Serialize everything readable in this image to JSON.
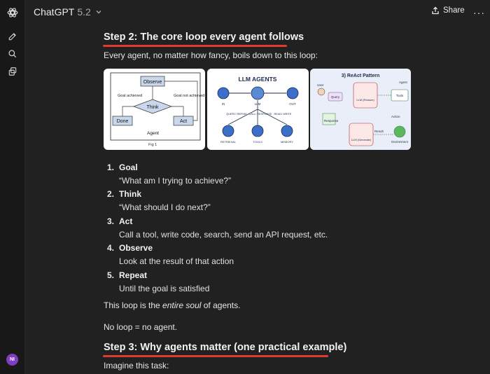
{
  "app": {
    "model_name": "ChatGPT",
    "model_version": "5.2",
    "share_label": "Share",
    "more_label": "···"
  },
  "sidebar": {
    "avatar_initials": "NI"
  },
  "content": {
    "step2_heading": "Step 2: The core loop every agent follows",
    "step2_intro": "Every agent, no matter how fancy, boils down to this loop:",
    "images": {
      "fig1": {
        "observe": "Observe",
        "think": "Think",
        "done": "Done",
        "act": "Act",
        "goal_achieved": "Goal achieved",
        "goal_not_achieved": "Goal not achieved",
        "agent": "Agent",
        "caption": "Fig 1"
      },
      "llm_agents": {
        "title": "LLM AGENTS",
        "in": "IN",
        "llm": "LLM",
        "out": "OUT",
        "query_refine": "QUERY/ REFINE",
        "call_response": "CALL/ RESPONSE",
        "read_write": "READ/ WRITE",
        "retrieval": "RETRIEVAL",
        "tools": "TOOLS",
        "memory": "MEMORY"
      },
      "react": {
        "title": "3) ReAct Pattern",
        "agent": "Agent",
        "user": "User",
        "query": "Query",
        "llm_reason": "LLM (Reason)",
        "tools": "Tools",
        "action": "Action",
        "response": "Response",
        "result": "Result",
        "llm_generate": "LLM (Generate)",
        "environment": "Environment"
      }
    },
    "list": [
      {
        "num": "1.",
        "title": "Goal",
        "desc": "“What am I trying to achieve?”"
      },
      {
        "num": "2.",
        "title": "Think",
        "desc": "“What should I do next?”"
      },
      {
        "num": "3.",
        "title": "Act",
        "desc": "Call a tool, write code, search, send an API request, etc."
      },
      {
        "num": "4.",
        "title": "Observe",
        "desc": "Look at the result of that action"
      },
      {
        "num": "5.",
        "title": "Repeat",
        "desc": "Until the goal is satisfied"
      }
    ],
    "soul_pre": "This loop is the ",
    "soul_em": "entire soul",
    "soul_post": " of agents.",
    "no_loop": "No loop = no agent.",
    "step3_heading": "Step 3: Why agents matter (one practical example)",
    "step3_intro": "Imagine this task:"
  }
}
